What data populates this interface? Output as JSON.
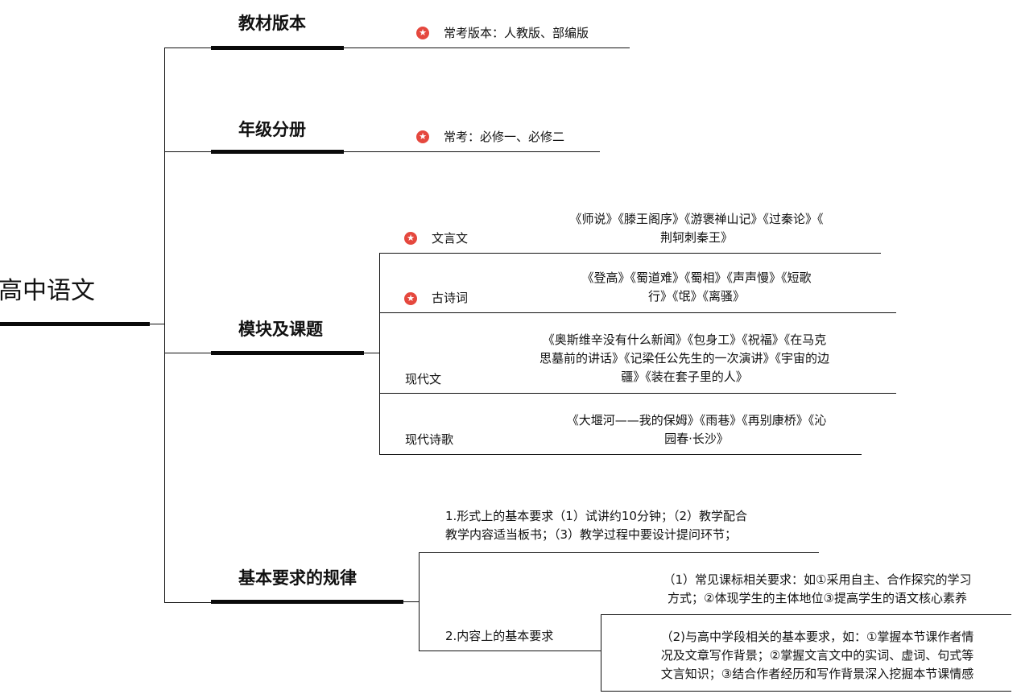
{
  "root": "高中语文",
  "branches": {
    "edition": {
      "title": "教材版本",
      "note": "常考版本：人教版、部编版"
    },
    "grade": {
      "title": "年级分册",
      "note": "常考：必修一、必修二"
    },
    "modules": {
      "title": "模块及课题",
      "items": [
        {
          "name": "文言文",
          "lines": [
            "《师说》《滕王阁序》《游褒禅山记》《过秦论》《",
            "荆轲刺秦王》"
          ]
        },
        {
          "name": "古诗词",
          "lines": [
            "《登高》《蜀道难》《蜀相》《声声慢》《短歌",
            "行》《氓》《离骚》"
          ]
        },
        {
          "name": "现代文",
          "lines": [
            "《奥斯维辛没有什么新闻》《包身工》《祝福》《在马克",
            "思墓前的讲话》《记梁任公先生的一次演讲》《宇宙的边",
            "疆》《装在套子里的人》"
          ]
        },
        {
          "name": "现代诗歌",
          "lines": [
            "《大堰河——我的保姆》《雨巷》《再别康桥》《沁",
            "园春·长沙》"
          ]
        }
      ]
    },
    "rules": {
      "title": "基本要求的规律",
      "form": [
        "1.形式上的基本要求（1）试讲约10分钟；（2）教学配合",
        "教学内容适当板书；（3）教学过程中要设计提问环节；"
      ],
      "content": {
        "label": "2.内容上的基本要求",
        "sub1": [
          "（1）常见课标相关要求：如①采用自主、合作探究的学习",
          "方式；②体现学生的主体地位③提高学生的语文核心素养"
        ],
        "sub2": [
          "（2)与高中学段相关的基本要求，如：①掌握本节课作者情",
          "况及文章写作背景；②掌握文言文中的实词、虚词、句式等",
          "文言知识；③结合作者经历和写作背景深入挖掘本节课情感"
        ]
      }
    }
  },
  "icons": {
    "important": "star-badge-icon"
  },
  "colors": {
    "star_badge": "#e5483e",
    "line": "#111111"
  }
}
